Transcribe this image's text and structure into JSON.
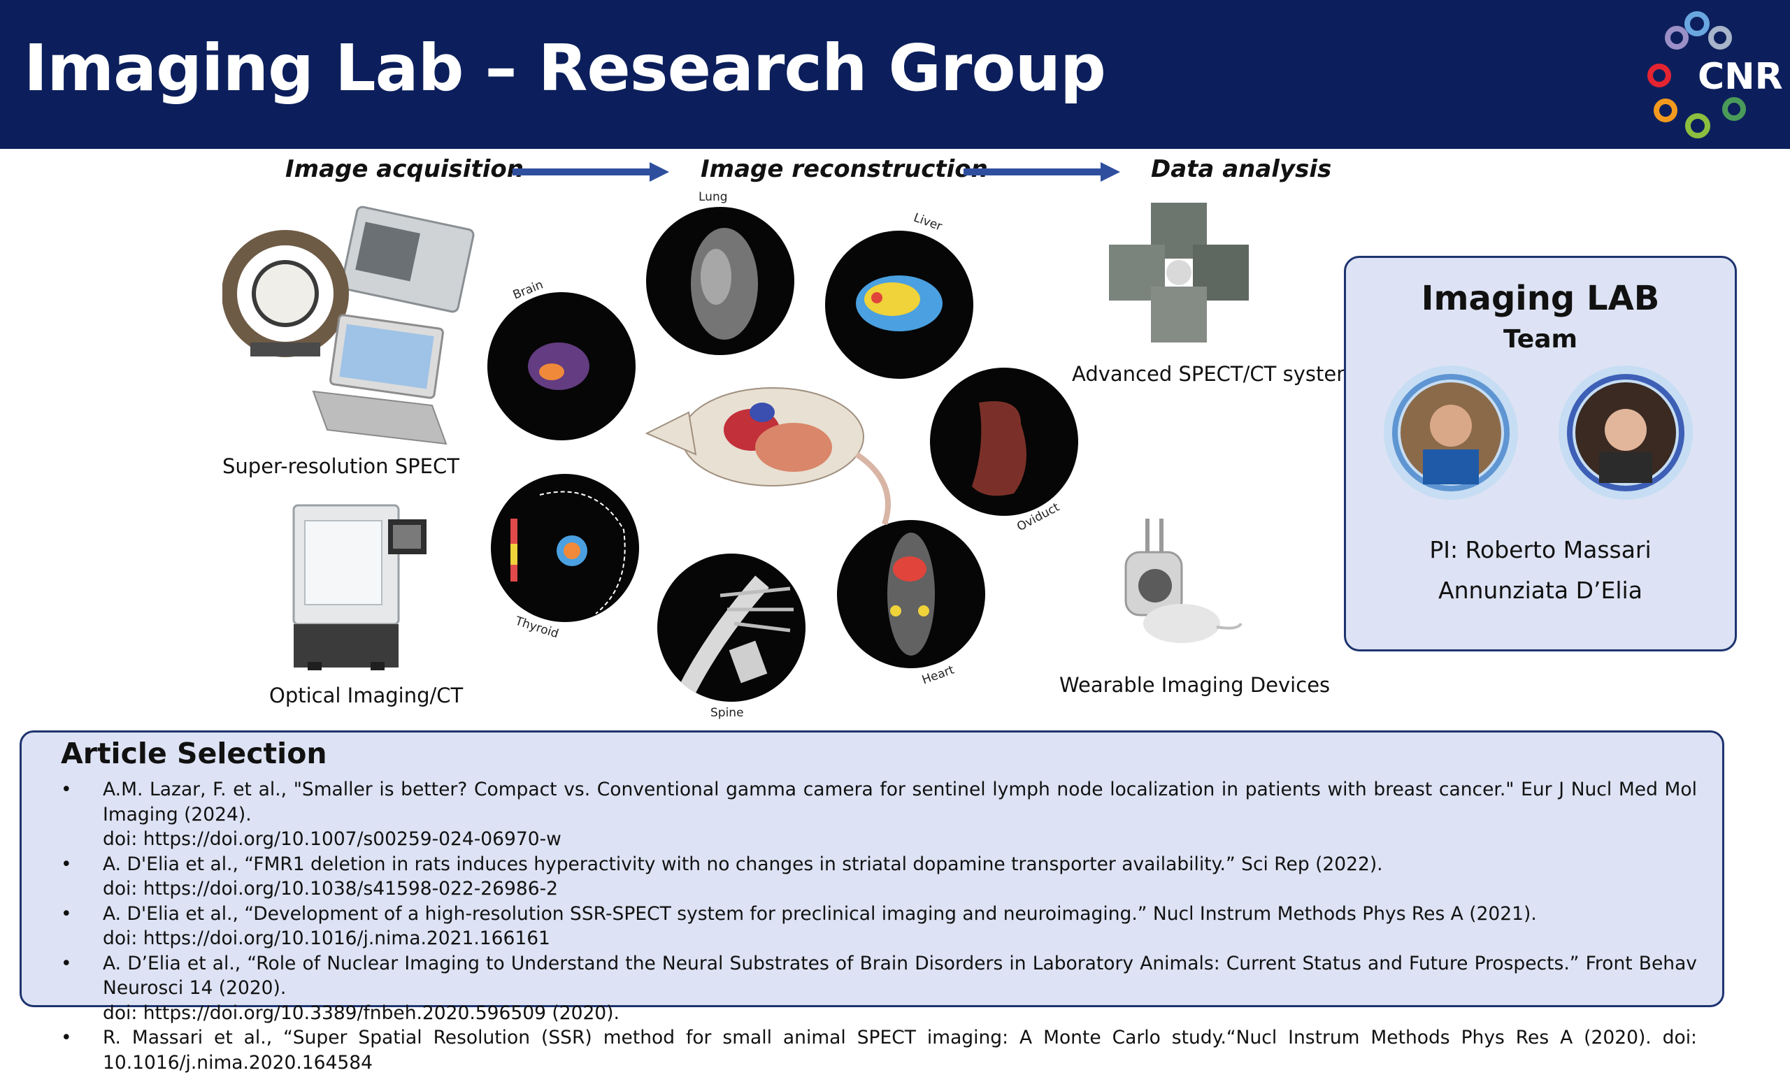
{
  "header": {
    "title": "Imaging Lab – Research Group",
    "logo_text": "CNR"
  },
  "pipeline": {
    "steps": [
      "Image acquisition",
      "Image reconstruction",
      "Data analysis"
    ]
  },
  "acquisition": {
    "spect_caption": "Super-resolution SPECT",
    "optical_caption": "Optical Imaging/CT"
  },
  "reconstruction": {
    "organs": {
      "lung": "Lung",
      "liver": "Liver",
      "brain": "Brain",
      "oviduct": "Oviduct",
      "thyroid": "Thyroid",
      "spine": "Spine",
      "heart": "Heart"
    }
  },
  "analysis": {
    "systems_caption": "Advanced SPECT/CT systems",
    "wearable_caption": "Wearable Imaging Devices"
  },
  "team": {
    "title": "Imaging LAB",
    "subtitle": "Team",
    "pi": "PI:  Roberto Massari",
    "member": "Annunziata D’Elia"
  },
  "articles": {
    "title": "Article Selection",
    "items": [
      {
        "text": "A.M. Lazar, F. et al., \"Smaller is better? Compact vs. Conventional gamma camera for sentinel lymph node localization in patients with breast cancer.\" Eur J Nucl Med Mol Imaging (2024).",
        "doi": "doi: https://doi.org/10.1007/s00259-024-06970-w"
      },
      {
        "text": "A. D'Elia et al., “FMR1 deletion in rats induces hyperactivity with no changes in striatal dopamine transporter availability.” Sci Rep (2022).",
        "doi": "doi: https://doi.org/10.1038/s41598-022-26986-2"
      },
      {
        "text": "A. D'Elia et al., “Development of a high-resolution SSR-SPECT system for preclinical imaging and neuroimaging.” Nucl Instrum Methods Phys Res A (2021).",
        "doi": "doi: https://doi.org/10.1016/j.nima.2021.166161"
      },
      {
        "text": "A. D’Elia et al.,  “Role of Nuclear Imaging to Understand the Neural Substrates of Brain Disorders in Laboratory Animals: Current Status and Future Prospects.” Front Behav Neurosci 14 (2020).",
        "doi": "doi: https://doi.org/10.3389/fnbeh.2020.596509 (2020)."
      },
      {
        "text": "R. Massari et al., “Super Spatial Resolution (SSR) method for small animal SPECT imaging: A Monte Carlo study.“Nucl Instrum Methods Phys Res A (2020). doi: 10.1016/j.nima.2020.164584",
        "doi": ""
      }
    ]
  },
  "colors": {
    "header_bg": "#0c1f5c",
    "arrow": "#2f4f9e",
    "box_bg": "#dde3f4",
    "box_border": "#1e3470"
  }
}
